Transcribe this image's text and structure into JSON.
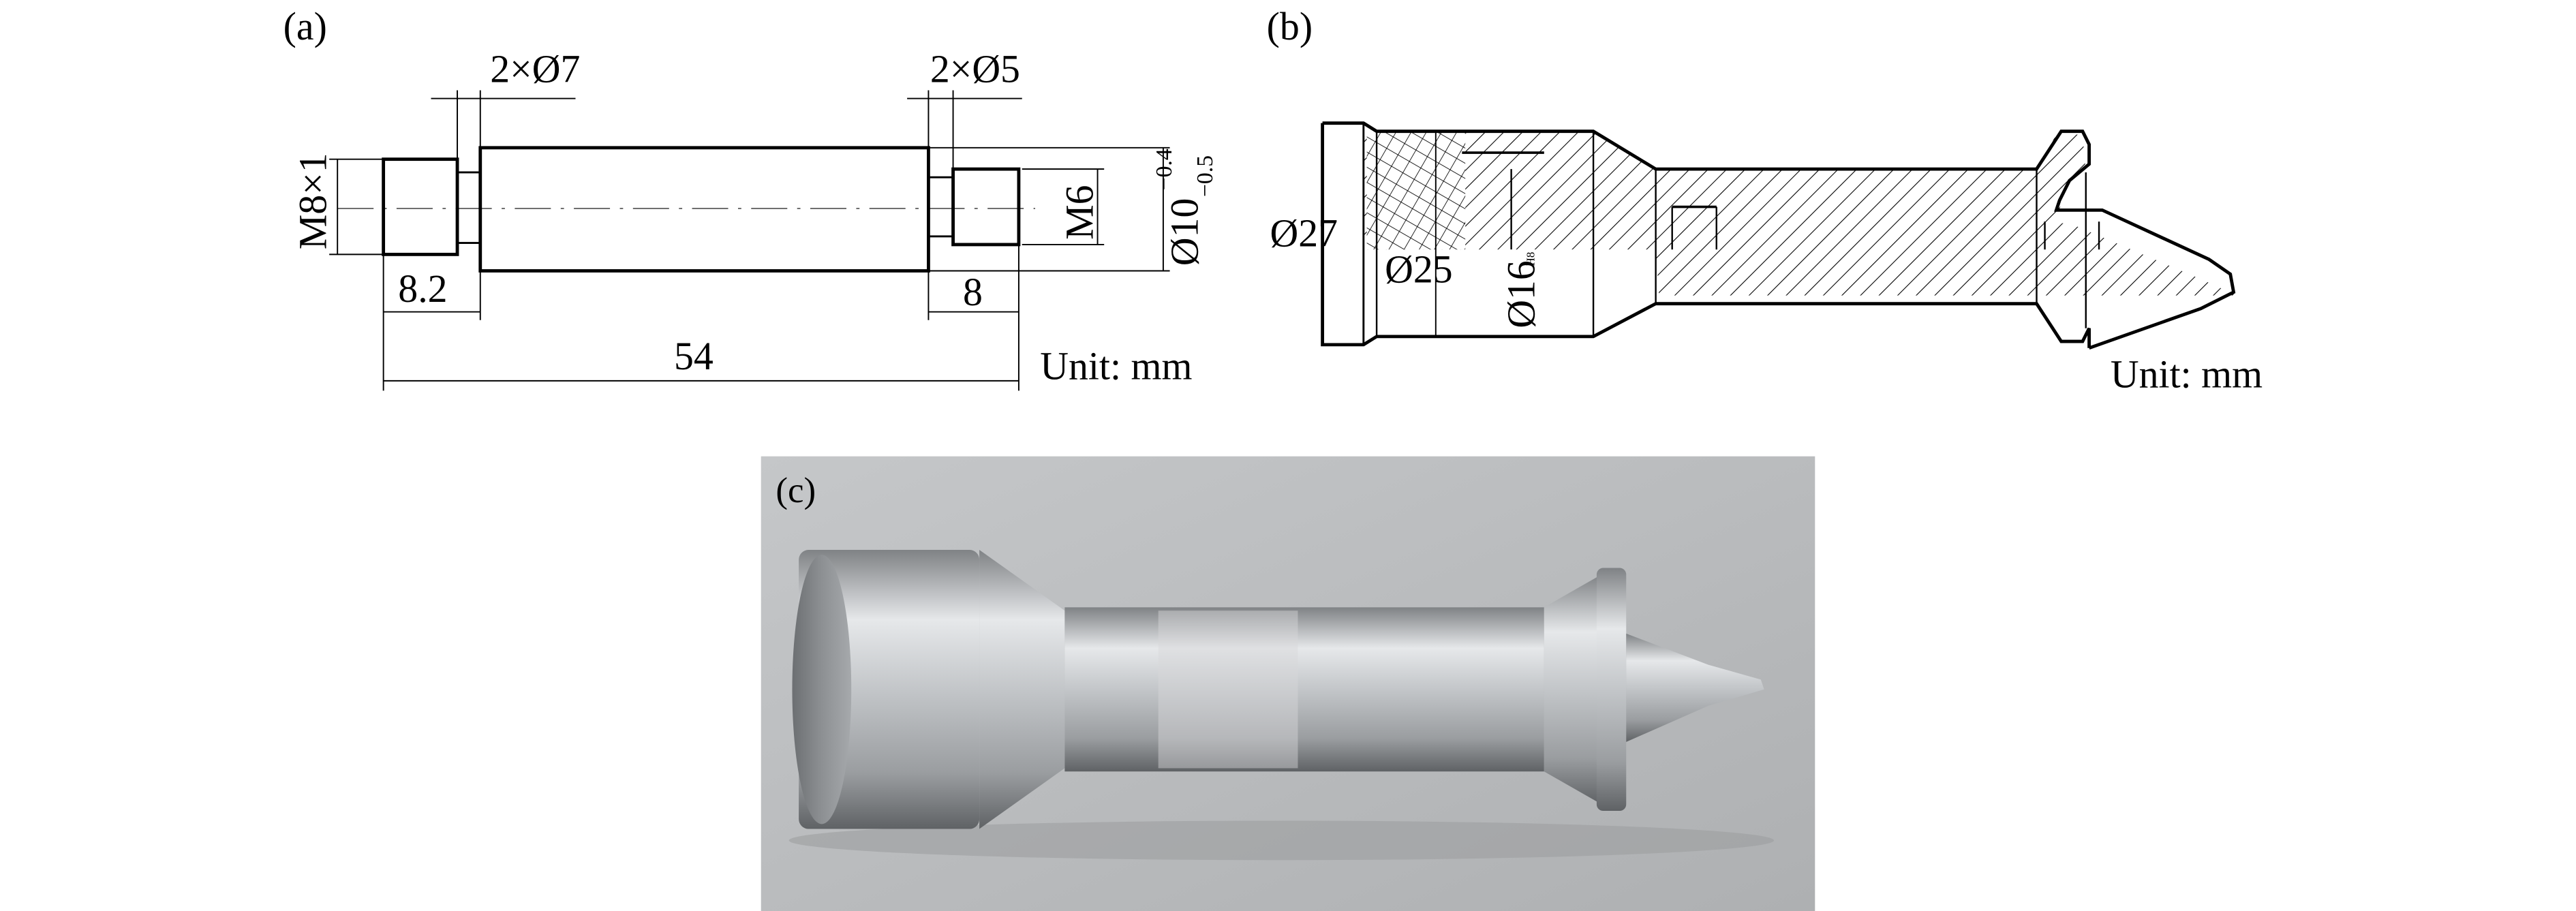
{
  "panels": {
    "a": {
      "label": "(a)",
      "dims": {
        "groove_left": "2×Ø7",
        "groove_right": "2×Ø5",
        "thread_left": "M8×1",
        "thread_right": "M6",
        "diameter": "Ø10",
        "tol_upper": "−0.4",
        "tol_lower": "−0.5",
        "len_left": "8.2",
        "len_right": "8",
        "len_total": "54"
      },
      "unit": "Unit: mm"
    },
    "b": {
      "label": "(b)",
      "dims": {
        "outer": "Ø27",
        "mid": "Ø25",
        "inner": "Ø16"
      },
      "tol_small": "H8",
      "unit": "Unit: mm"
    },
    "c": {
      "label": "(c)"
    }
  },
  "colors": {
    "line": "#000000",
    "photo_bg": "#b9bbbd",
    "metal": "#c8cacc"
  }
}
